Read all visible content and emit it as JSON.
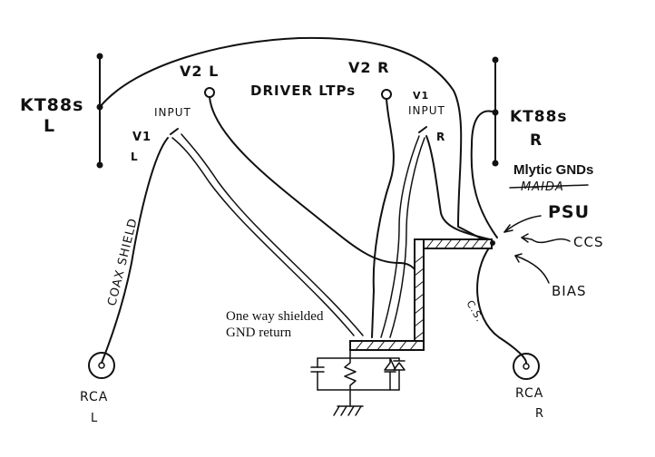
{
  "labels": {
    "kt88_left_top": "KT88s",
    "kt88_left_side": "L",
    "kt88_right_top": "KT88s",
    "kt88_right_side": "R",
    "v2_left": "V2 L",
    "v2_right": "V2 R",
    "driver": "DRIVER LTPs",
    "input_left": "INPUT",
    "input_right": "INPUT",
    "v1_left": "V1",
    "v1_left_side": "L",
    "v1_right": "V1",
    "v1_right_side": "R",
    "coax": "COAX SHIELD",
    "mlytic": "Mlytic GNDs",
    "maida": "MAIDA",
    "psu": "PSU",
    "ccs": "CCS",
    "bias": "BIAS",
    "cs": "C.S.",
    "note_line1": "One way shielded",
    "note_line2": "GND return",
    "rca_left": "RCA",
    "rca_left_side": "L",
    "rca_right": "RCA",
    "rca_right_side": "R"
  }
}
